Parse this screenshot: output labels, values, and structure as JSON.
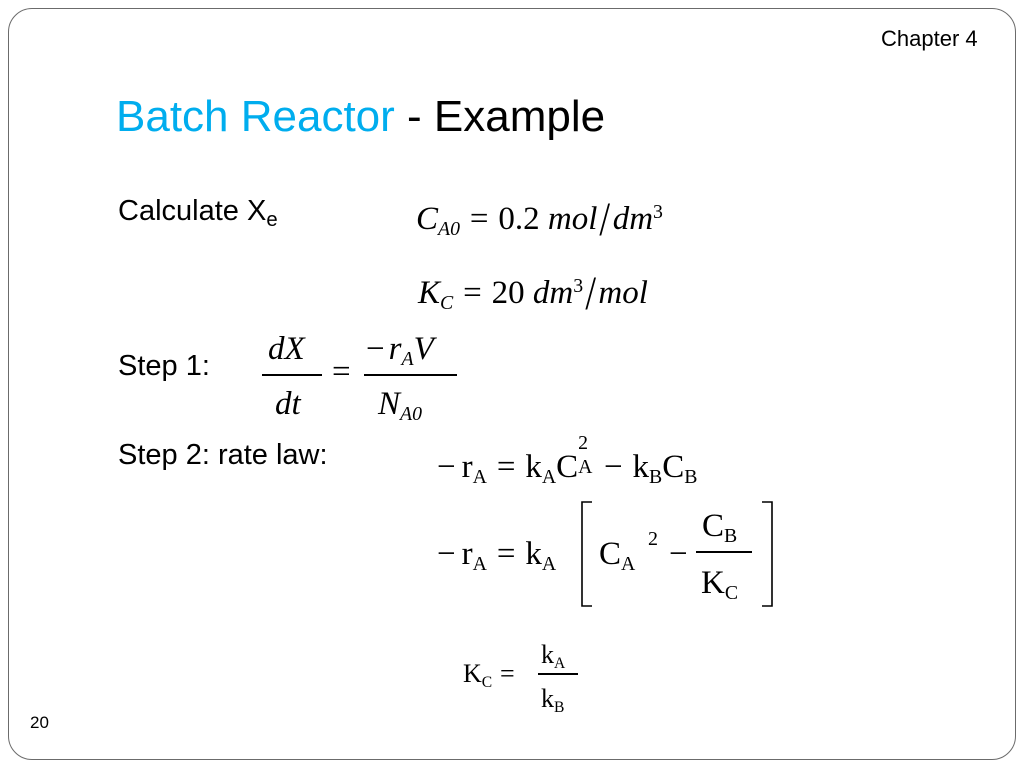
{
  "header": {
    "chapter": "Chapter 4",
    "title_highlight": "Batch Reactor",
    "title_rest": "- Example"
  },
  "content": {
    "calculate_label": "Calculate X",
    "calculate_sub": "e",
    "step1_label": "Step 1:",
    "step2_label": "Step 2: rate law:"
  },
  "equations": {
    "ca0": {
      "var": "C",
      "sub": "A0",
      "eq": "=",
      "value": "0.2",
      "unit_num": "mol",
      "unit_den": "dm",
      "unit_den_exp": "3"
    },
    "kc": {
      "var": "K",
      "sub": "C",
      "eq": "=",
      "value": "20",
      "unit_num": "dm",
      "unit_num_exp": "3",
      "unit_den": "mol"
    },
    "step1": {
      "lhs_num": "dX",
      "lhs_den": "dt",
      "eq": "=",
      "rhs_num_minus": "−",
      "rhs_num_r": "r",
      "rhs_num_sub": "A",
      "rhs_num_v": "V",
      "rhs_den": "N",
      "rhs_den_sub": "A0"
    },
    "rate1": {
      "minus": "−",
      "r": "r",
      "r_sub": "A",
      "eq": "=",
      "k1": "k",
      "k1_sub": "A",
      "c1": "C",
      "c1_sup": "2",
      "c1_sub": "A",
      "minus2": "−",
      "k2": "k",
      "k2_sub": "B",
      "c2": "C",
      "c2_sub": "B"
    },
    "rate2": {
      "minus": "−",
      "r": "r",
      "r_sub": "A",
      "eq": "=",
      "k": "k",
      "k_sub": "A",
      "ca": "C",
      "ca_sub": "A",
      "ca_sup": "2",
      "minus2": "−",
      "num": "C",
      "num_sub": "B",
      "den": "K",
      "den_sub": "C"
    },
    "kc_ratio": {
      "lhs": "K",
      "lhs_sub": "C",
      "eq": "=",
      "num": "k",
      "num_sub": "A",
      "den": "k",
      "den_sub": "B"
    }
  },
  "footer": {
    "page_number": "20"
  }
}
